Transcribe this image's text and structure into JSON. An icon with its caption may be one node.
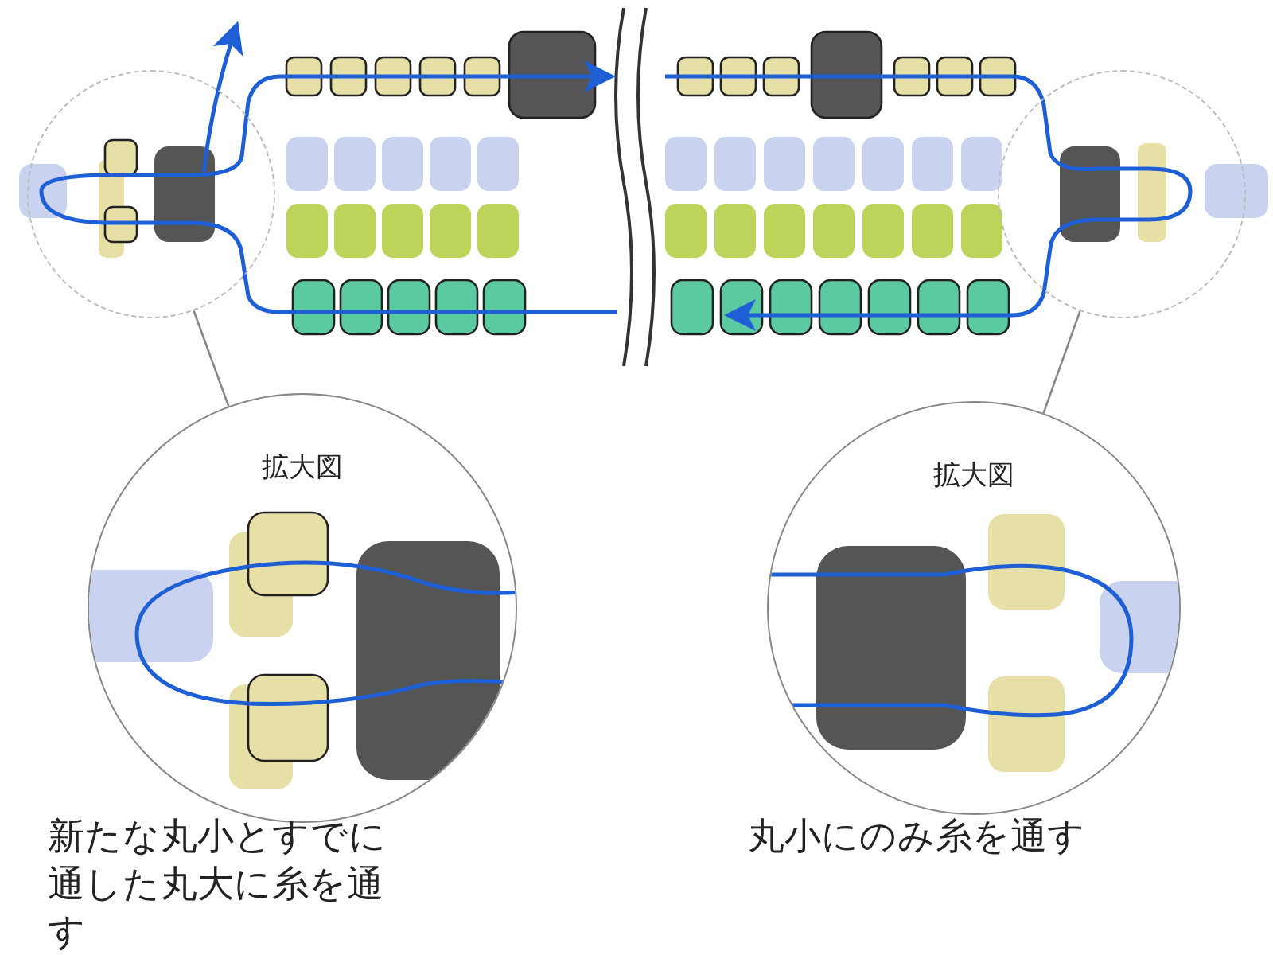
{
  "diagram": {
    "nodes": [
      {
        "text": [],
        "shape": "circle"
      },
      {
        "text": [],
        "shape": "circle"
      },
      {
        "text": [
          "拡大図"
        ]
      },
      {
        "text": [
          "拡大図"
        ]
      }
    ],
    "edges": [
      {
        "from": 0,
        "to": 2,
        "arrow": "none"
      },
      {
        "from": 1,
        "to": 3,
        "arrow": "none"
      }
    ],
    "labels": [
      "新たな丸小とすでに通した丸大に糸を通す",
      "丸小にのみ糸を通す"
    ]
  }
}
